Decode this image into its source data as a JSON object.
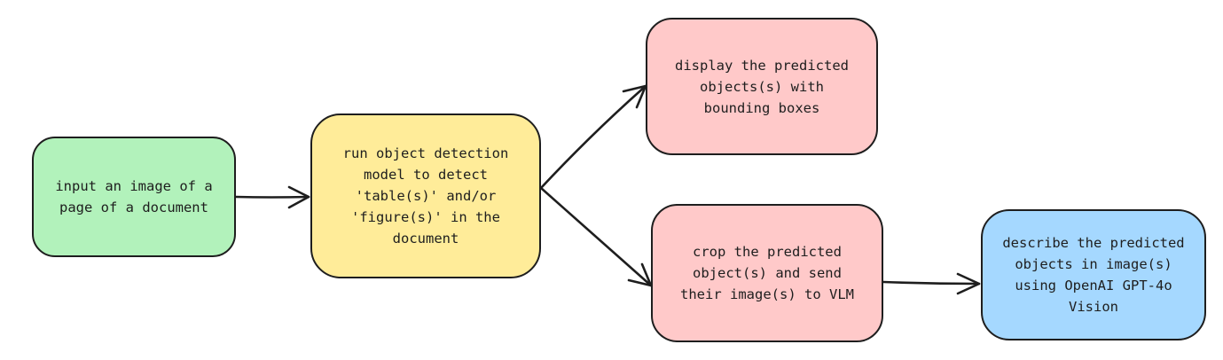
{
  "nodes": [
    {
      "id": "input",
      "text": "input an image of a\npage of a document",
      "fill": "#b2f2bb"
    },
    {
      "id": "detect",
      "text": "run object detection\nmodel to detect\n'table(s)' and/or\n'figure(s)' in the\ndocument",
      "fill": "#ffec99"
    },
    {
      "id": "display",
      "text": "display the predicted\nobjects(s) with\nbounding boxes",
      "fill": "#ffc9c9"
    },
    {
      "id": "crop",
      "text": "crop the predicted\nobject(s) and send\ntheir image(s) to VLM",
      "fill": "#ffc9c9"
    },
    {
      "id": "describe",
      "text": "describe the predicted\nobjects in image(s)\nusing OpenAI GPT-4o\nVision",
      "fill": "#a5d8ff"
    }
  ],
  "edges": [
    {
      "from": "input",
      "to": "detect"
    },
    {
      "from": "detect",
      "to": "display"
    },
    {
      "from": "detect",
      "to": "crop"
    },
    {
      "from": "crop",
      "to": "describe"
    }
  ],
  "colors": {
    "stroke": "#1e1e1e"
  }
}
